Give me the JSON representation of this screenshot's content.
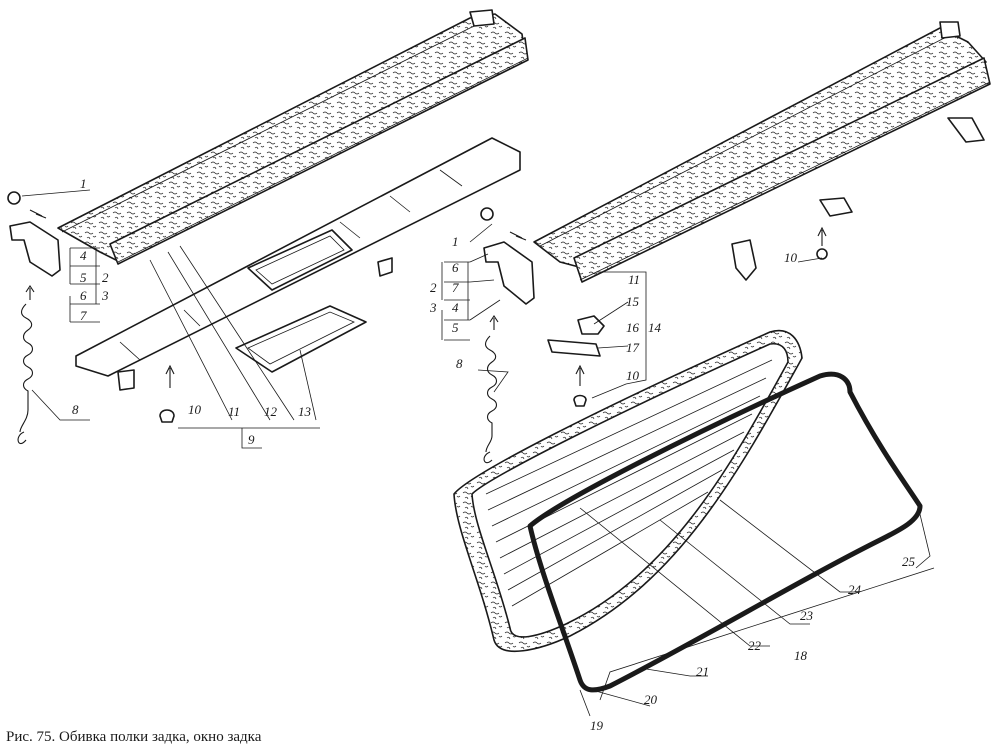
{
  "caption": "Рис. 75. Обивка полки задка, окно задка",
  "callouts": {
    "n1a": "1",
    "n2a": "2",
    "n3a": "3",
    "n4a": "4",
    "n5a": "5",
    "n6a": "6",
    "n7a": "7",
    "n8a": "8",
    "n9": "9",
    "n10a": "10",
    "n11a": "11",
    "n12": "12",
    "n13": "13",
    "n1b": "1",
    "n2b": "2",
    "n3b": "3",
    "n4b": "4",
    "n5b": "5",
    "n6b": "6",
    "n7b": "7",
    "n8b": "8",
    "n10b": "10",
    "n10c": "10",
    "n11b": "11",
    "n14": "14",
    "n15": "15",
    "n16": "16",
    "n17": "17",
    "n18": "18",
    "n19": "19",
    "n20": "20",
    "n21": "21",
    "n22": "22",
    "n23": "23",
    "n24": "24",
    "n25": "25"
  }
}
